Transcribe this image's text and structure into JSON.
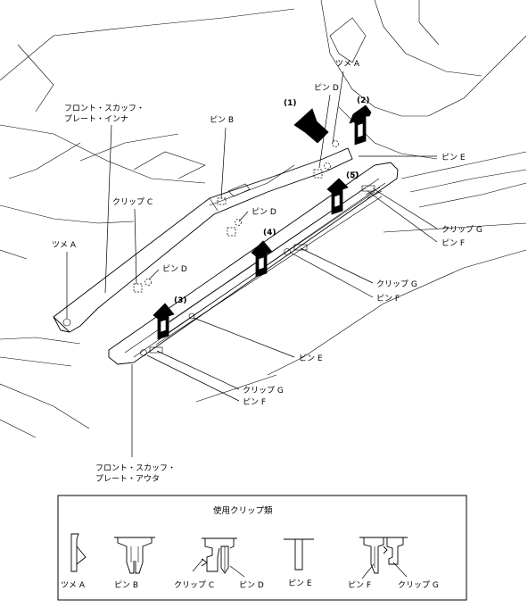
{
  "labels": {
    "tsume_a_top": "ツメ A",
    "pin_d_top": "ピン D",
    "pin_b": "ピン B",
    "pin_d_mid": "ピン D",
    "clip_c": "クリップ C",
    "pin_d_left": "ピン D",
    "tsume_a_left": "ツメ A",
    "pin_e_right": "ピン E",
    "clip_g_r1": "クリップ G",
    "pin_f_r1": "ピン F",
    "clip_g_r2": "クリップ G",
    "pin_f_r2": "ピン F",
    "pin_e_mid": "ピン E",
    "clip_g_bottom": "クリップ G",
    "pin_f_bottom": "ピン F",
    "inner_line1": "フロント・スカッフ・",
    "inner_line2": "プレート・インナ",
    "outer_line1": "フロント・スカッフ・",
    "outer_line2": "プレート・アウタ"
  },
  "steps": [
    "(1)",
    "(2)",
    "(3)",
    "(4)",
    "(5)"
  ],
  "legend": {
    "title": "使用クリップ類",
    "items": [
      "ツメ A",
      "ピン B",
      "クリップ C",
      "ピン D",
      "ピン E",
      "ピン F",
      "クリップ G"
    ]
  }
}
